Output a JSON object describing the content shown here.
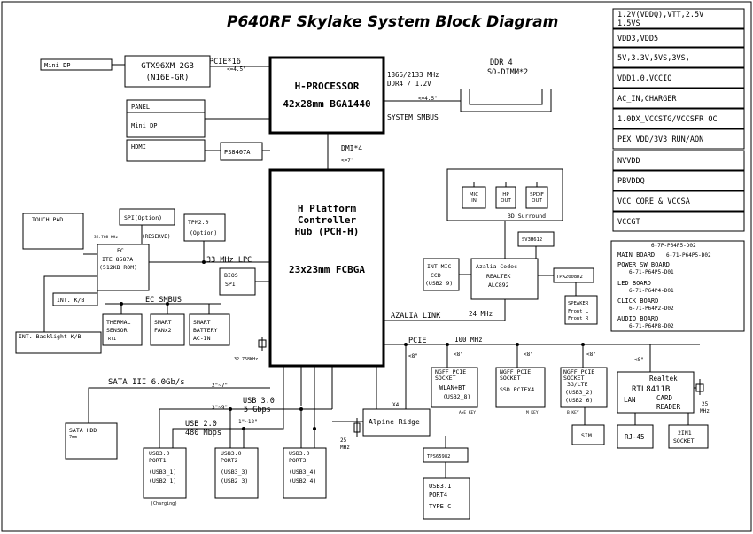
{
  "title": "P640RF  Skylake System Block Diagram",
  "legend": {
    "rails": [
      [
        "1.2V(VDDQ),VTT,2.5V",
        "1.5VS"
      ],
      [
        "VDD3,VDD5"
      ],
      [
        "5V,3.3V,5VS,3VS,"
      ],
      [
        "VDD1.0,VCCIO"
      ],
      [
        "AC_IN,CHARGER"
      ],
      [
        "1.0DX_VCCSTG/VCCSFR OC"
      ],
      [
        "PEX_VDD/3V3_RUN/AON"
      ],
      [
        "NVVDD"
      ],
      [
        "PBVDDQ"
      ],
      [
        "VCC_CORE & VCCSA"
      ],
      [
        "VCCGT"
      ]
    ],
    "boards_header": "6-7P-P64P5-D02",
    "boards": [
      {
        "name": "MAIN BOARD",
        "code": "6-71-P64P5-D02"
      },
      {
        "name": "POWER SW BOARD",
        "code": "6-71-P64P5-D01"
      },
      {
        "name": "LED BOARD",
        "code": "6-71-P64P4-D01"
      },
      {
        "name": "CLICK BOARD",
        "code": "6-71-P64P2-D02"
      },
      {
        "name": "AUDIO BOARD",
        "code": "6-71-P64P8-D02"
      }
    ]
  },
  "cpu": {
    "line1": "H-PROCESSOR",
    "line2": "42x28mm BGA1440"
  },
  "pch": {
    "line1": "H Platform",
    "line2": "Controller",
    "line3": "Hub (PCH-H)",
    "line4": "23x23mm FCBGA"
  },
  "gpu": {
    "line1": "GTX96XM 2GB",
    "line2": "(N16E-GR)"
  },
  "mini_dp_top": "Mini DP",
  "panel": "PANEL",
  "mini_dp": "Mini DP",
  "hdmi": "HDMI",
  "ps8407a": "PS8407A",
  "pcie16": "PCIE*16",
  "pcie16_len": "<=4.5\"",
  "ddr": {
    "speed1": "1866/2133 MHz",
    "speed2": "DDR4 / 1.2V",
    "len": "<=4.5\"",
    "slot1": "DDR 4",
    "slot2": "SO-DIMM*2"
  },
  "system_smbus": "SYSTEM SMBUS",
  "dmi": "DMI*4",
  "dmi_len": "<=7\"",
  "audio": {
    "mic": [
      "MIC",
      "IN"
    ],
    "hp": [
      "HP",
      "OUT"
    ],
    "spdif": [
      "SPDIF",
      "OUT"
    ],
    "surround": "3D Surround",
    "sv": "SV3H612",
    "intmic": [
      "INT MIC",
      "CCD",
      "(USB2 9)"
    ],
    "codec": [
      "Azalia Codec",
      "REALTEK",
      "ALC892"
    ],
    "amp": "TPA2008D2",
    "speaker": [
      "SPEAKER",
      "Front L",
      "Front R"
    ],
    "link": "AZALIA LINK",
    "link_speed": "24 MHz"
  },
  "touchpad": "TOUCH PAD",
  "spi": "SPI(Option)",
  "reserve": "(RESERVE)",
  "tpm": [
    "TPM2.0",
    "(Option)"
  ],
  "clk32": "32.768 KHz",
  "ec": [
    "EC",
    "ITE 8587A",
    "(512KB ROM)"
  ],
  "lpc": "33 MHz LPC",
  "bios": [
    "BIOS",
    "SPI"
  ],
  "intkb": "INT. K/B",
  "ec_smbus": "EC SMBUS",
  "thermal": [
    "THERMAL",
    "SENSOR",
    "RT1"
  ],
  "fan": [
    "SMART",
    "FANx2"
  ],
  "battery": [
    "SMART",
    "BATTERY",
    "AC-IN"
  ],
  "backlight": "INT. Backlight K/B",
  "rtc": "32.768KHz",
  "pcie_bus": "PCIE",
  "pcie_speed": "100 MHz",
  "x8": "<8\"",
  "sata": "SATA III 6.0Gb/s",
  "sata_len": "2\"~7\"",
  "sata_hdd": [
    "SATA HDD",
    "7mm"
  ],
  "usb3": [
    "USB 3.0",
    "5 Gbps"
  ],
  "usb3_len": "3\"~9\"",
  "usb2": [
    "USB 2.0",
    "480 Mbps"
  ],
  "usb2_len": "1\"~12\"",
  "ports": [
    {
      "l1": "USB3.0",
      "l2": "PORT1",
      "l3": "(USB3_1)",
      "l4": "(USB2_1)",
      "note": "(Charging)"
    },
    {
      "l1": "USB3.0",
      "l2": "PORT2",
      "l3": "(USB3_3)",
      "l4": "(USB2_3)",
      "note": ""
    },
    {
      "l1": "USB3.0",
      "l2": "PORT3",
      "l3": "(USB3_4)",
      "l4": "(USB2_4)",
      "note": ""
    }
  ],
  "x4": "X4",
  "alpine": "Alpine Ridge",
  "mhz25": [
    "25",
    "MHz"
  ],
  "tps": "TPS65982",
  "port4": [
    "USB3.1",
    "PORT4",
    "TYPE C"
  ],
  "wlan": [
    "NGFF PCIE",
    "SOCKET",
    "WLAN+BT",
    "(USB2_8)",
    "A+E KEY"
  ],
  "ssd": [
    "NGFF PCIE",
    "SOCKET",
    "SSD PCIEX4",
    "M KEY"
  ],
  "lte": [
    "NGFF PCIE",
    "SOCKET",
    "3G/LTE",
    "(USB3_2)",
    "(USB2 6)",
    "B KEY"
  ],
  "sim": "SIM",
  "lan": [
    "Realtek",
    "RTL8411B",
    "LAN",
    "CARD",
    "READER"
  ],
  "lan_mhz": [
    "25",
    "MHz"
  ],
  "rj45": "RJ-45",
  "socket": [
    "2IN1",
    "SOCKET"
  ]
}
